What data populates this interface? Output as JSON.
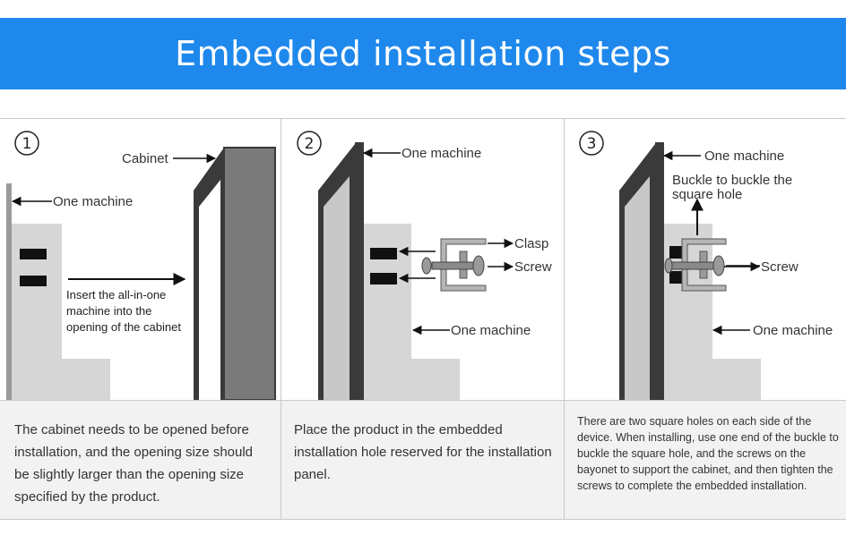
{
  "title": "Embedded installation steps",
  "steps": [
    {
      "number": "1",
      "labels": {
        "cabinet": "Cabinet",
        "one_machine": "One machine",
        "insert_line1": "Insert the all-in-one",
        "insert_line2": "machine into the",
        "insert_line3": "opening of the cabinet"
      },
      "caption": "The cabinet needs to be opened before installation, and the opening size should be slightly larger than the opening size specified by the product."
    },
    {
      "number": "2",
      "labels": {
        "one_machine_top": "One machine",
        "clasp": "Clasp",
        "screw": "Screw",
        "one_machine_bottom": "One machine"
      },
      "caption": "Place the product in the embedded installation hole reserved for the installation panel."
    },
    {
      "number": "3",
      "labels": {
        "one_machine_top": "One machine",
        "buckle_line1": "Buckle to buckle the",
        "buckle_line2": "square hole",
        "screw": "Screw",
        "one_machine_bottom": "One machine"
      },
      "caption": "There are two square holes on each side of the device. When installing, use one end of the buckle to buckle the square hole, and the screws on the bayonet to support the cabinet, and then tighten the screws to complete the embedded installation."
    }
  ],
  "colors": {
    "banner": "#1e88ec",
    "machine_body": "#d6d6d6",
    "cabinet_dark": "#3a3a3a",
    "cabinet_side": "#7a7a7a",
    "caption_bg": "#f2f2f2"
  }
}
